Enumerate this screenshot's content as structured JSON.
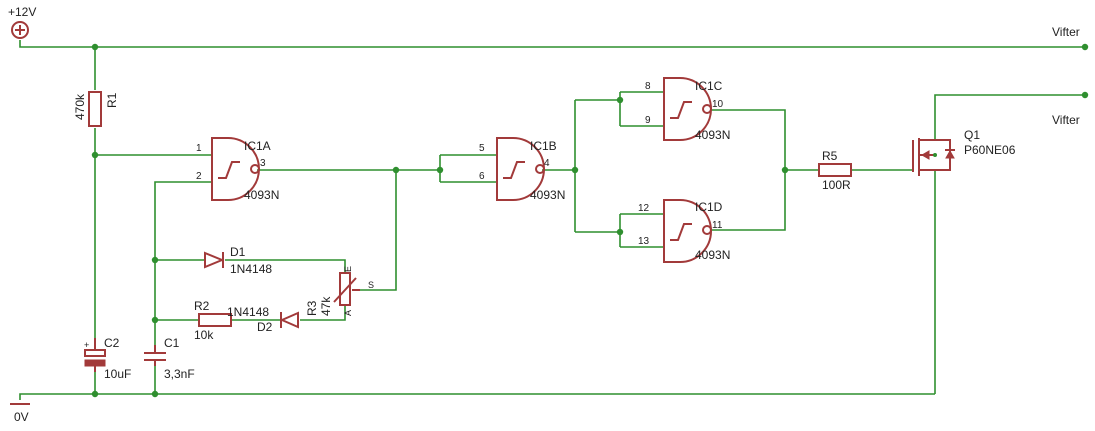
{
  "power": {
    "vcc": "+12V",
    "gnd": "0V"
  },
  "outputs": {
    "top": "Vifter",
    "bottom": "Vifter"
  },
  "r1": {
    "name": "R1",
    "value": "470k"
  },
  "r2": {
    "name": "R2",
    "value": "10k"
  },
  "r3": {
    "name": "R3",
    "value": "47k",
    "pin_e": "E",
    "pin_a": "A",
    "pin_s": "S"
  },
  "r5": {
    "name": "R5",
    "value": "100R"
  },
  "c1": {
    "name": "C1",
    "value": "3,3nF"
  },
  "c2": {
    "name": "C2",
    "value": "10uF"
  },
  "d1": {
    "name": "D1",
    "value": "1N4148"
  },
  "d2": {
    "name": "D2",
    "value": "1N4148"
  },
  "q1": {
    "name": "Q1",
    "value": "P60NE06"
  },
  "ic1a": {
    "name": "IC1A",
    "part": "4093N",
    "pins": [
      "1",
      "2",
      "3"
    ]
  },
  "ic1b": {
    "name": "IC1B",
    "part": "4093N",
    "pins": [
      "5",
      "6",
      "4"
    ]
  },
  "ic1c": {
    "name": "IC1C",
    "part": "4093N",
    "pins": [
      "8",
      "9",
      "10"
    ]
  },
  "ic1d": {
    "name": "IC1D",
    "part": "4093N",
    "pins": [
      "12",
      "13",
      "11"
    ]
  }
}
